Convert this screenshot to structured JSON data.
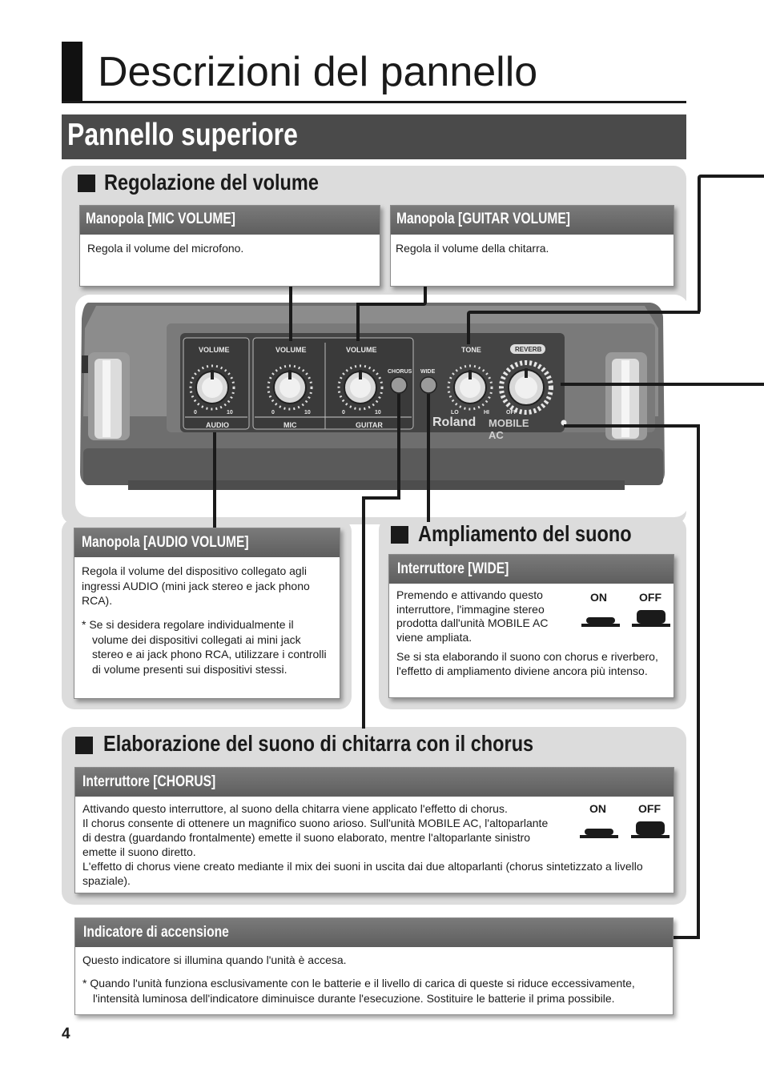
{
  "header": {
    "title": "Descrizioni del pannello",
    "subtitle": "Pannello superiore"
  },
  "volume_section": {
    "heading": "Regolazione del volume",
    "mic_box": {
      "title": "Manopola [MIC VOLUME]",
      "text": "Regola il volume del microfono."
    },
    "guitar_box": {
      "title": "Manopola [GUITAR VOLUME]",
      "text": "Regola il volume della chitarra."
    },
    "audio_box": {
      "title": "Manopola [AUDIO VOLUME]",
      "text": "Regola il volume del dispositivo collegato agli ingressi AUDIO (mini jack stereo e jack phono RCA).",
      "note": "* Se si desidera regolare individualmente il volume dei dispositivi collegati ai mini jack stereo e ai jack phono RCA, utilizzare i controlli di volume presenti sui dispositivi stessi."
    }
  },
  "device": {
    "labels": {
      "volume_audio": "VOLUME",
      "volume_mic": "VOLUME",
      "volume_guitar": "VOLUME",
      "chorus": "CHORUS",
      "wide": "WIDE",
      "tone": "TONE",
      "reverb": "REVERB",
      "audio": "AUDIO",
      "mic": "MIC",
      "guitar": "GUITAR",
      "scale_min": "0",
      "scale_max": "10",
      "tone_lo": "LO",
      "tone_hi": "HI",
      "reverb_off": "OFF",
      "brand": "Roland",
      "model": "MOBILE AC"
    }
  },
  "wide_section": {
    "heading": "Ampliamento del suono",
    "box": {
      "title": "Interruttore [WIDE]",
      "text1": "Premendo e attivando questo interruttore, l'immagine stereo prodotta dall'unità MOBILE AC viene ampliata.",
      "text2": "Se si sta elaborando il suono con chorus e riverbero, l'effetto di ampliamento diviene ancora più intenso.",
      "on_label": "ON",
      "off_label": "OFF"
    }
  },
  "chorus_section": {
    "heading": "Elaborazione del suono di chitarra con il chorus",
    "box": {
      "title": "Interruttore [CHORUS]",
      "text1": "Attivando questo interruttore, al suono della chitarra viene applicato l'effetto di chorus.",
      "text2": "Il chorus consente di ottenere un magnifico suono arioso. Sull'unità MOBILE AC, l'altoparlante di destra (guardando frontalmente) emette il suono elaborato, mentre l'altoparlante sinistro emette il suono diretto.",
      "text3": "L'effetto di chorus viene creato mediante il mix dei suoni in uscita dai due altoparlanti (chorus sintetizzato a livello spaziale).",
      "on_label": "ON",
      "off_label": "OFF"
    }
  },
  "power_box": {
    "title": "Indicatore di accensione",
    "text": "Questo indicatore si illumina quando l'unità è accesa.",
    "note": "* Quando l'unità funziona esclusivamente con le batterie e il livello di carica di queste si riduce eccessivamente, l'intensità luminosa dell'indicatore diminuisce durante l'esecuzione. Sostituire le batterie il prima possibile."
  },
  "footer": {
    "page_number": "4"
  }
}
